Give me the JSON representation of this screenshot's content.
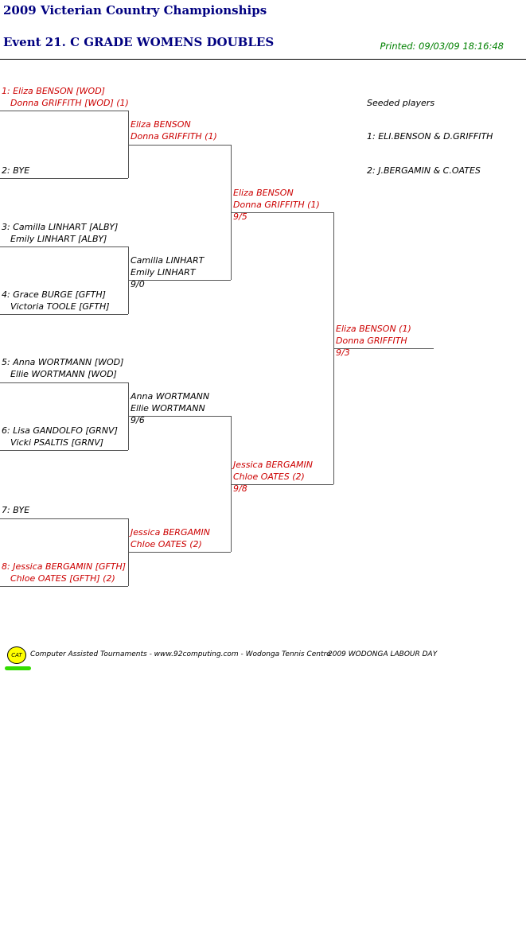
{
  "header": {
    "title": "2009 Victerian Country Championships",
    "event": "Event 21. C GRADE WOMENS DOUBLES",
    "printed": "Printed: 09/03/09 18:16:48"
  },
  "seeds": {
    "heading": "Seeded players",
    "items": [
      "1: ELI.BENSON & D.GRIFFITH",
      "2: J.BERGAMIN & C.OATES"
    ]
  },
  "round1": [
    {
      "l1": "1: Eliza BENSON [WOD]",
      "l2": "Donna GRIFFITH [WOD] (1)"
    },
    {
      "l1": "2: BYE",
      "l2": ""
    },
    {
      "l1": "3: Camilla LINHART [ALBY]",
      "l2": "Emily LINHART [ALBY]"
    },
    {
      "l1": "4: Grace BURGE [GFTH]",
      "l2": "Victoria TOOLE [GFTH]"
    },
    {
      "l1": "5: Anna WORTMANN [WOD]",
      "l2": "Ellie WORTMANN [WOD]"
    },
    {
      "l1": "6: Lisa GANDOLFO [GRNV]",
      "l2": "Vicki PSALTIS [GRNV]"
    },
    {
      "l1": "7: BYE",
      "l2": ""
    },
    {
      "l1": "8: Jessica BERGAMIN [GFTH]",
      "l2": "Chloe OATES [GFTH] (2)"
    }
  ],
  "round2": [
    {
      "l1": "Eliza BENSON",
      "l2": "Donna GRIFFITH (1)",
      "score": ""
    },
    {
      "l1": "Camilla LINHART",
      "l2": "Emily LINHART",
      "score": "9/0"
    },
    {
      "l1": "Anna WORTMANN",
      "l2": "Ellie WORTMANN",
      "score": "9/6"
    },
    {
      "l1": "Jessica BERGAMIN",
      "l2": "Chloe OATES (2)",
      "score": ""
    }
  ],
  "semis": [
    {
      "l1": "Eliza BENSON",
      "l2": "Donna GRIFFITH (1)",
      "score": "9/5"
    },
    {
      "l1": "Jessica BERGAMIN",
      "l2": "Chloe OATES (2)",
      "score": "9/8"
    }
  ],
  "final": {
    "l1": "Eliza BENSON (1)",
    "l2": "Donna GRIFFITH",
    "score": "9/3"
  },
  "footer": {
    "logo": "CAT",
    "text": "Computer Assisted Tournaments - www.92computing.com -  Wodonga Tennis Centre",
    "event": "2009 WODONGA LABOUR DAY"
  },
  "colors": {
    "title": "#000080",
    "winner": "#cc0000",
    "printed": "#008000"
  }
}
